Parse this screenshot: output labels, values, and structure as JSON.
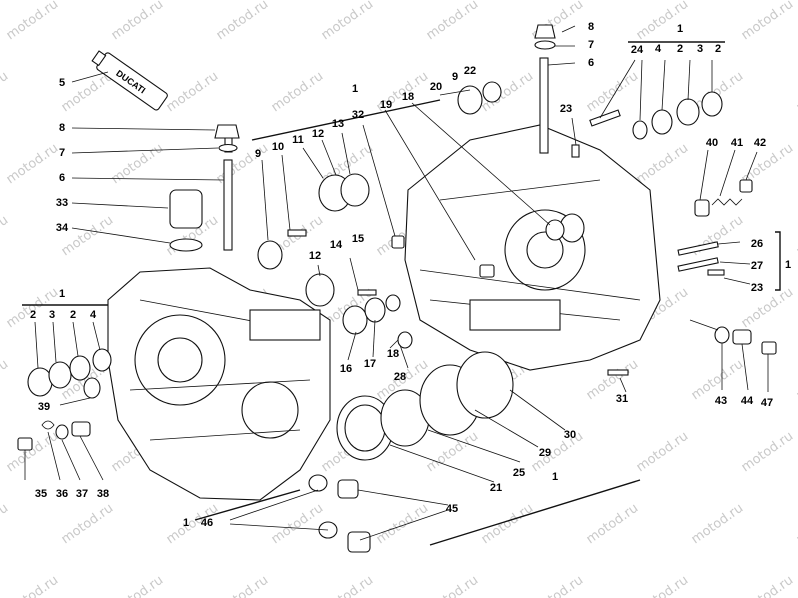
{
  "watermark": "motod.ru",
  "tube_label": "DUCATI",
  "callouts": [
    "1",
    "1",
    "1",
    "1",
    "1",
    "1",
    "2",
    "2",
    "2",
    "2",
    "3",
    "3",
    "4",
    "4",
    "5",
    "6",
    "6",
    "7",
    "7",
    "8",
    "8",
    "9",
    "9",
    "10",
    "11",
    "12",
    "12",
    "13",
    "14",
    "15",
    "16",
    "17",
    "18",
    "18",
    "19",
    "20",
    "21",
    "22",
    "23",
    "23",
    "24",
    "25",
    "26",
    "27",
    "28",
    "29",
    "30",
    "31",
    "32",
    "33",
    "34",
    "35",
    "36",
    "37",
    "38",
    "39",
    "40",
    "41",
    "42",
    "43",
    "44",
    "45",
    "46",
    "47"
  ]
}
